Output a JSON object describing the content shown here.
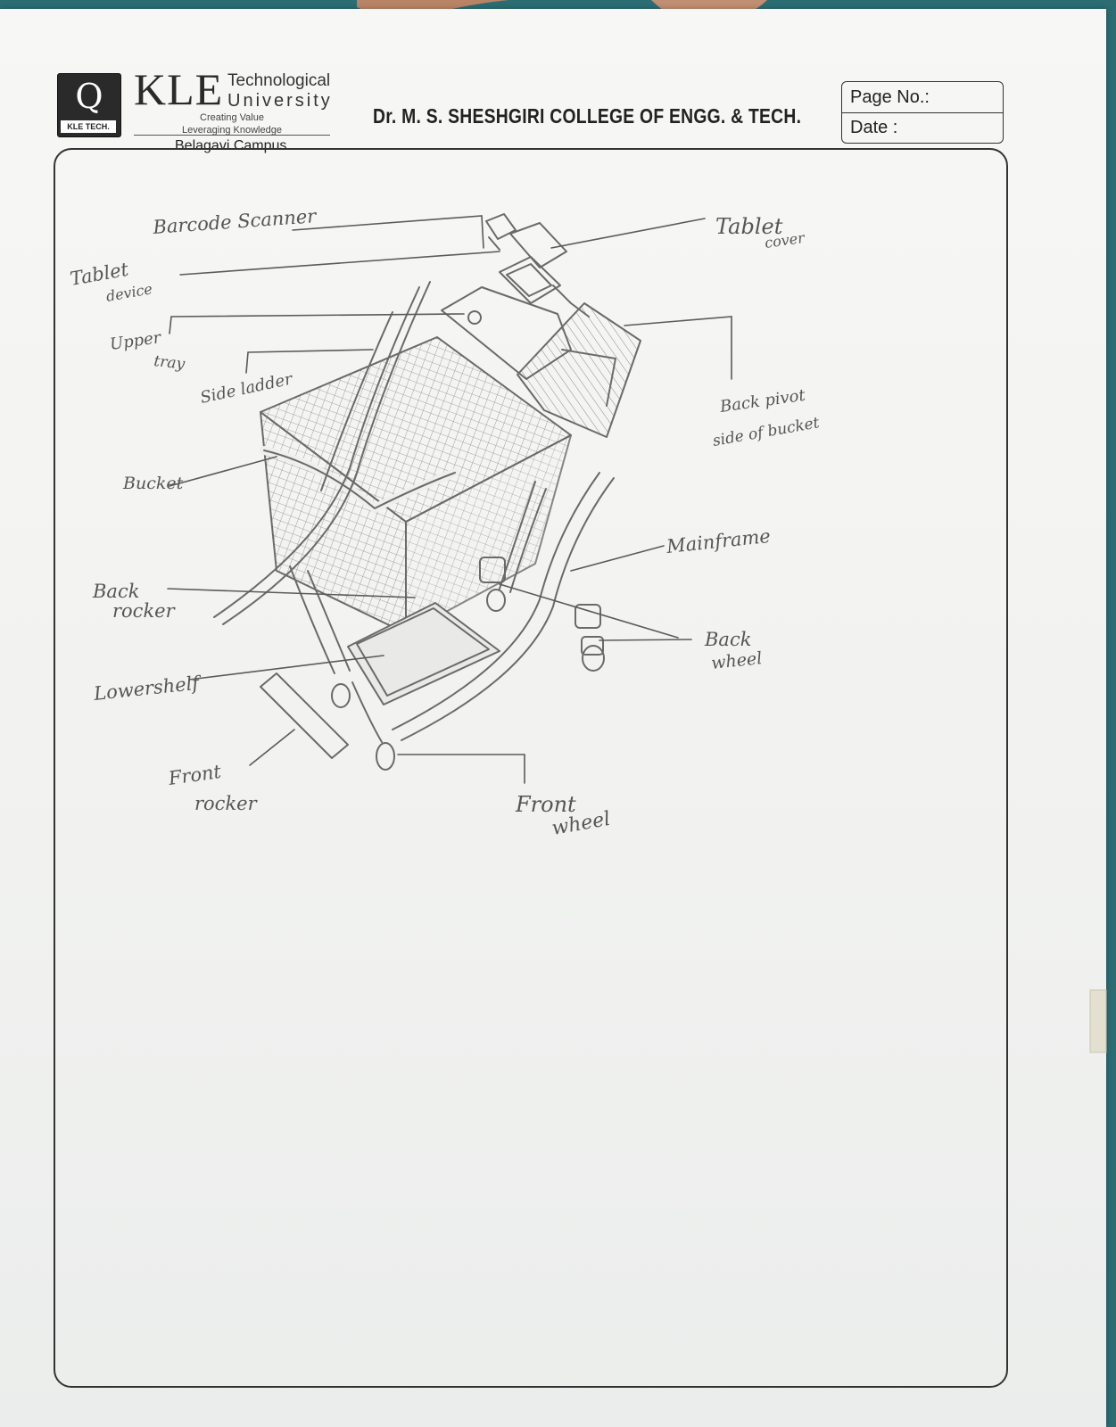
{
  "header": {
    "logo_mark": "Q",
    "logo_tag": "KLE TECH.",
    "university_name": "KLE",
    "university_line1": "Technological",
    "university_line2": "University",
    "tagline1": "Creating Value",
    "tagline2": "Leveraging Knowledge",
    "campus": "Belagavi Campus",
    "college": "Dr. M. S. SHESHGIRI COLLEGE OF ENGG. & TECH.",
    "page_no_label": "Page No.:",
    "date_label": "Date :"
  },
  "diagram": {
    "labels": {
      "barcode_scanner": "Barcode Scanner",
      "tablet_device_1": "Tablet",
      "tablet_device_2": "device",
      "upper_tray_1": "Upper",
      "upper_tray_2": "tray",
      "side_ladder": "Side ladder",
      "bucket": "Bucket",
      "back_rocker_1": "Back",
      "back_rocker_2": "rocker",
      "lower_shelf": "Lowershelf",
      "front_rocker_1": "Front",
      "front_rocker_2": "rocker",
      "front_wheel_1": "Front",
      "front_wheel_2": "wheel",
      "back_wheel_1": "Back",
      "back_wheel_2": "wheel",
      "main_frame": "Mainframe",
      "back_pivot_1": "Back pivot",
      "back_pivot_2": "side of bucket",
      "tablet_cover_1": "Tablet",
      "tablet_cover_2": "cover"
    }
  }
}
